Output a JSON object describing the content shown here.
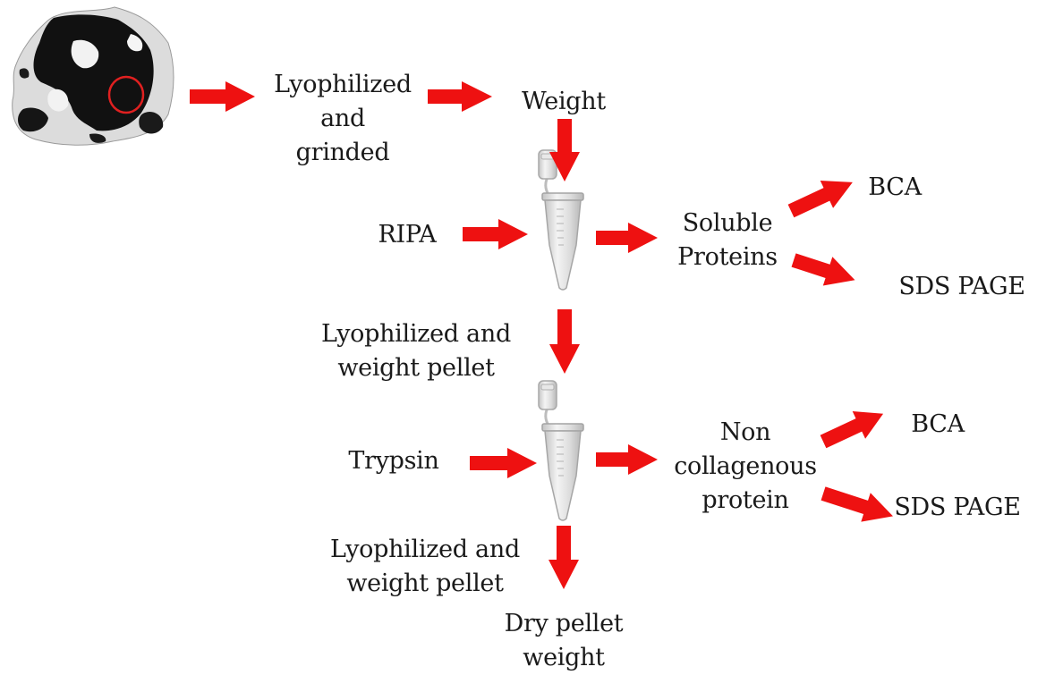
{
  "labels": {
    "lyophilized_grinded": "Lyophilized\nand\ngrinded",
    "weight": "Weight",
    "ripa": "RIPA",
    "soluble_proteins": "Soluble\nProteins",
    "bca_1": "BCA",
    "sds_page_1": "SDS PAGE",
    "lyophilized_weight_pellet_1": "Lyophilized and\nweight pellet",
    "trypsin": "Trypsin",
    "non_collagenous_protein": "Non\ncollagenous\nprotein",
    "bca_2": "BCA",
    "sds_page_2": "SDS PAGE",
    "lyophilized_weight_pellet_2": "Lyophilized and\nweight pellet",
    "dry_pellet_weight": "Dry pellet\nweight"
  },
  "colors": {
    "arrow": "#ee1111",
    "text": "#1a1a1a",
    "highlight_circle": "#e02020",
    "tube": "#d4d4d4"
  },
  "icons": {
    "hide": "cowhide-icon",
    "tube": "microcentrifuge-tube-icon"
  }
}
